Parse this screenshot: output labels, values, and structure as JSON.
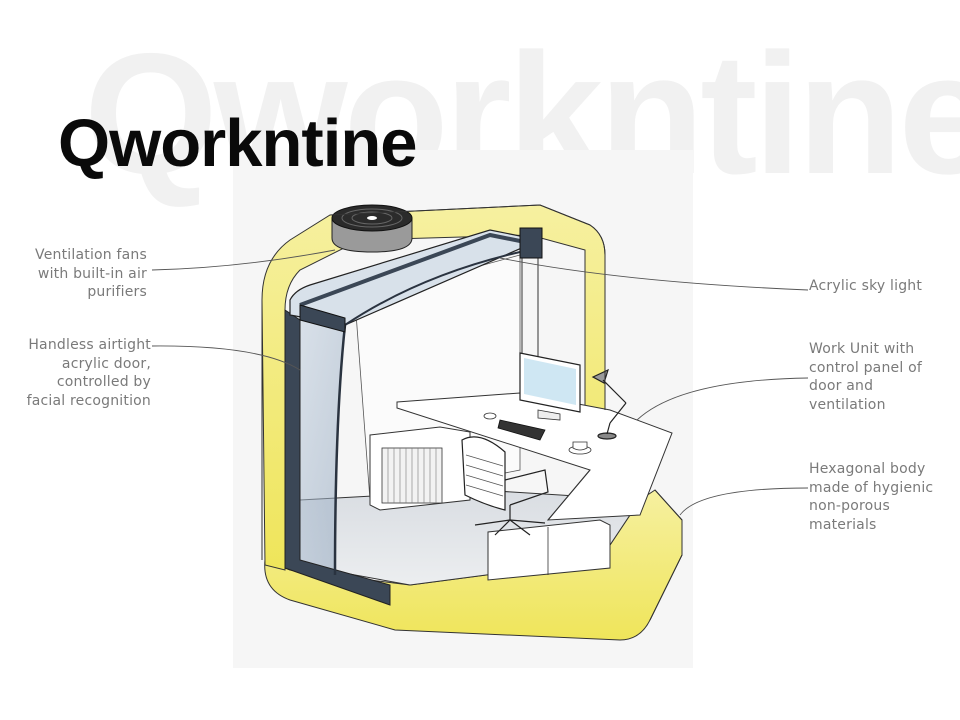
{
  "header": {
    "title": "Qworkntine",
    "background_word": "Qworkntine"
  },
  "callouts": {
    "left": [
      {
        "id": "ventilation",
        "lines": [
          "Ventilation fans",
          "with built-in air",
          "purifiers"
        ]
      },
      {
        "id": "door",
        "lines": [
          "Handless airtight",
          "acrylic door,",
          "controlled by",
          "facial recognition"
        ]
      }
    ],
    "right": [
      {
        "id": "skylight",
        "lines": [
          "Acrylic sky light"
        ]
      },
      {
        "id": "work-unit",
        "lines": [
          "Work Unit with",
          "control panel of",
          "door and",
          "ventilation"
        ]
      },
      {
        "id": "body",
        "lines": [
          "Hexagonal body",
          "made of hygienic",
          "non-porous",
          "materials"
        ]
      }
    ]
  },
  "colors": {
    "accent_yellow": "#f2ea6a",
    "label_gray": "#7a7a7a",
    "title_black": "#0a0a0a",
    "glass_blue": "#9fb3c8"
  }
}
